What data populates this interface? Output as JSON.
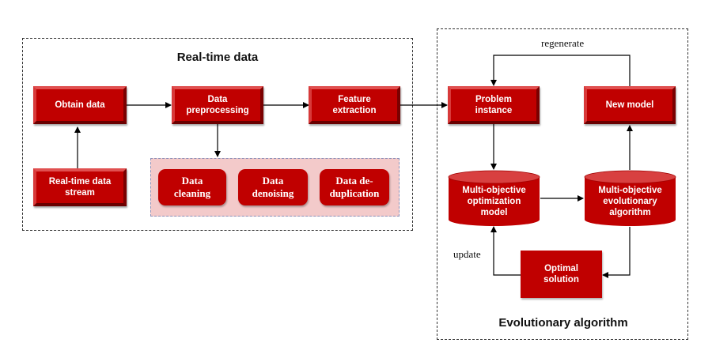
{
  "colors": {
    "node_fill": "#c00000",
    "node_top": "#d84040",
    "sub_panel_fill": "#f3caca",
    "edge": "#000000"
  },
  "groups": {
    "realtime": {
      "title": "Real-time data"
    },
    "evolutionary": {
      "title": "Evolutionary algorithm"
    }
  },
  "nodes": {
    "obtain_data": "Obtain data",
    "realtime_stream": "Real-time data stream",
    "data_preprocessing": "Data preprocessing",
    "feature_extraction": "Feature extraction",
    "data_cleaning": "Data cleaning",
    "data_denoising": "Data denoising",
    "data_deduplication": "Data de-duplication",
    "problem_instance": "Problem instance",
    "new_model": "New model",
    "mo_optimization_model": "Multi-objective optimization model",
    "mo_evolutionary_algorithm": "Multi-objective evolutionary algorithm",
    "optimal_solution": "Optimal solution"
  },
  "edge_labels": {
    "regenerate": "regenerate",
    "update": "update"
  },
  "edges": [
    [
      "realtime_stream",
      "obtain_data"
    ],
    [
      "obtain_data",
      "data_preprocessing"
    ],
    [
      "data_preprocessing",
      "feature_extraction"
    ],
    [
      "data_preprocessing",
      "sub_steps"
    ],
    [
      "feature_extraction",
      "problem_instance"
    ],
    [
      "problem_instance",
      "mo_optimization_model"
    ],
    [
      "mo_optimization_model",
      "mo_evolutionary_algorithm"
    ],
    [
      "mo_evolutionary_algorithm",
      "new_model"
    ],
    [
      "new_model",
      "problem_instance"
    ],
    [
      "mo_evolutionary_algorithm",
      "optimal_solution"
    ],
    [
      "optimal_solution",
      "mo_optimization_model"
    ]
  ]
}
